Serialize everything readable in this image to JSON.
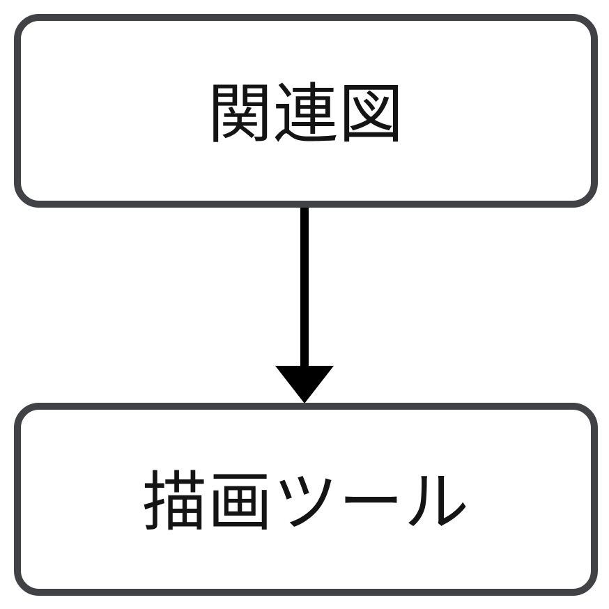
{
  "diagram": {
    "type": "flowchart",
    "background_color": "#ffffff",
    "node_border_color": "#404245",
    "node_fill_color": "#ffffff",
    "text_color": "#141414",
    "arrow_color": "#000000",
    "nodes": [
      {
        "id": "kanrenzu",
        "label": "関連図"
      },
      {
        "id": "byoga-tool",
        "label": "描画ツール"
      }
    ],
    "edges": [
      {
        "from": "関連図",
        "to": "描画ツール",
        "direction": "down",
        "style": "solid-arrow"
      }
    ]
  }
}
